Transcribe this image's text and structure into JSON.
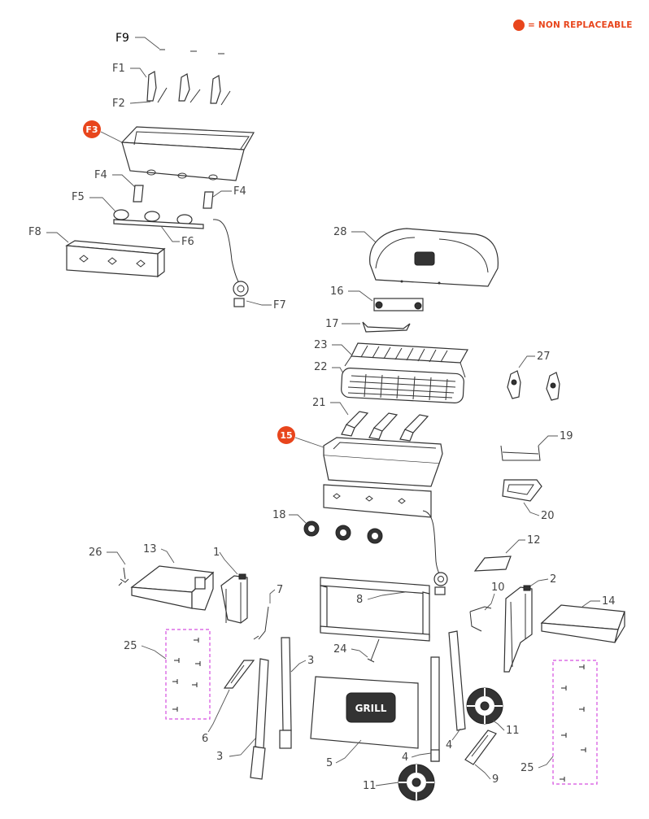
{
  "legend": {
    "text": "= NON REPLACEABLE",
    "color": "#e8451c"
  },
  "labels": {
    "f9": "F9",
    "f1": "F1",
    "f2": "F2",
    "f3": "F3",
    "f4a": "F4",
    "f4b": "F4",
    "f5": "F5",
    "f6": "F6",
    "f7": "F7",
    "f8": "F8",
    "p28": "28",
    "p16": "16",
    "p17": "17",
    "p23": "23",
    "p22": "22",
    "p27": "27",
    "p21": "21",
    "p15": "15",
    "p19": "19",
    "p20": "20",
    "p18": "18",
    "p12": "12",
    "p26": "26",
    "p13": "13",
    "p1": "1",
    "p7": "7",
    "p8": "8",
    "p10": "10",
    "p2": "2",
    "p14": "14",
    "p25a": "25",
    "p24": "24",
    "p3a": "3",
    "p11a": "11",
    "p6": "6",
    "p3b": "3",
    "p5": "5",
    "p4": "4",
    "p9": "9",
    "p25b": "25",
    "p11b": "11"
  },
  "grill_logo": "GRILL",
  "non_replaceable_parts": [
    "F3",
    "15"
  ]
}
